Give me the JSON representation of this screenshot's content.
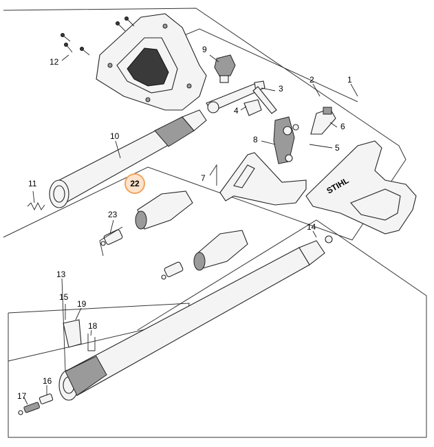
{
  "diagram": {
    "callouts": {
      "c1": "1",
      "c2": "2",
      "c3": "3",
      "c4": "4",
      "c5": "5",
      "c6": "6",
      "c7": "7",
      "c8": "8",
      "c9": "9",
      "c10": "10",
      "c11": "11",
      "c12": "12",
      "c13": "13",
      "c14": "14",
      "c15": "15",
      "c16": "16",
      "c17": "17",
      "c18": "18",
      "c19": "19",
      "c22": "22",
      "c23": "23"
    },
    "highlight": {
      "ring_color": "#f0a35e",
      "fill_color": "#fde3cb",
      "text_color": "#e07a2f"
    },
    "handle_text": "STIHL"
  }
}
